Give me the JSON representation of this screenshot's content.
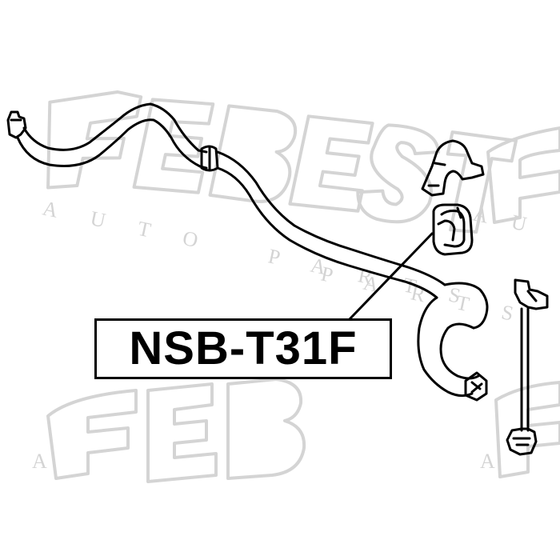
{
  "part_number": "NSB-T31F",
  "watermark": {
    "brand": "FEBEST",
    "tagline": "AUTO PARTS"
  },
  "colors": {
    "line": "#000000",
    "watermark": "#d4d4d4",
    "background": "#ffffff"
  }
}
